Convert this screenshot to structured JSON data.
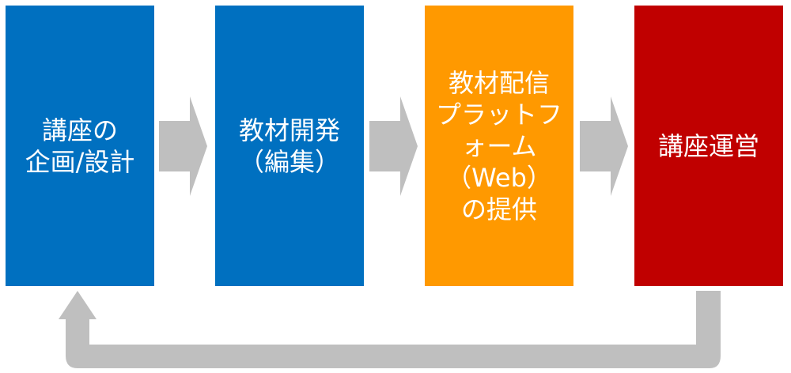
{
  "colors": {
    "blue": "#0070C0",
    "orange": "#FF9900",
    "red": "#C00000",
    "arrow": "#BFBFBF"
  },
  "steps": [
    {
      "label": "講座の\n企画/設計"
    },
    {
      "label": "教材開発\n（編集）"
    },
    {
      "label": "教材配信\nプラットフォーム\n（Web）\nの提供"
    },
    {
      "label": "講座運営"
    }
  ]
}
